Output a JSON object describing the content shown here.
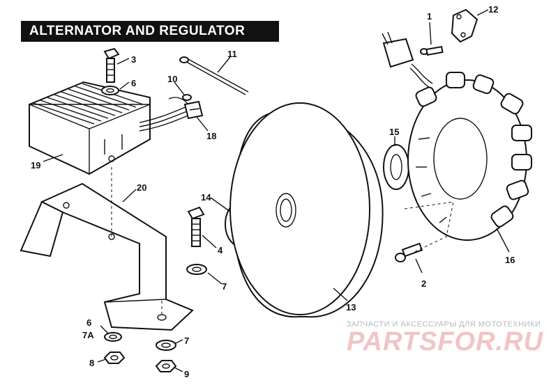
{
  "title": "ALTERNATOR AND REGULATOR",
  "callouts": {
    "c1": "1",
    "c2": "2",
    "c3": "3",
    "c4": "4",
    "c6a": "6",
    "c6b": "6",
    "c7a": "7A",
    "c7b": "7",
    "c7c": "7",
    "c8": "8",
    "c9": "9",
    "c10": "10",
    "c11": "11",
    "c12": "12",
    "c13": "13",
    "c14": "14",
    "c15": "15",
    "c16": "16",
    "c18": "18",
    "c19": "19",
    "c20": "20"
  },
  "watermark": {
    "tagline": "ЗАПЧАСТИ И АКСЕССУАРЫ ДЛЯ МОТОТЕХНИКИ",
    "logo": "PARTSFOR.RU",
    "color": "#f2c4c4"
  }
}
